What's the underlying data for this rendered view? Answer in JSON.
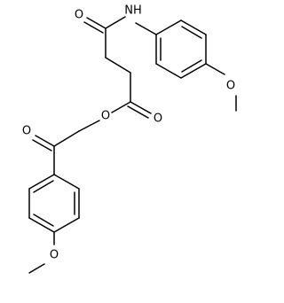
{
  "molecule": {
    "atoms": {
      "nh": "NH",
      "o_amide": "O",
      "o_ester_link": "O",
      "o_ester_carbonyl": "O",
      "o_ketone": "O",
      "o_methoxy_top": "O",
      "o_methoxy_bottom": "O"
    }
  },
  "colors": {
    "bond": "#000000",
    "label": "#000000",
    "background": "#ffffff"
  }
}
